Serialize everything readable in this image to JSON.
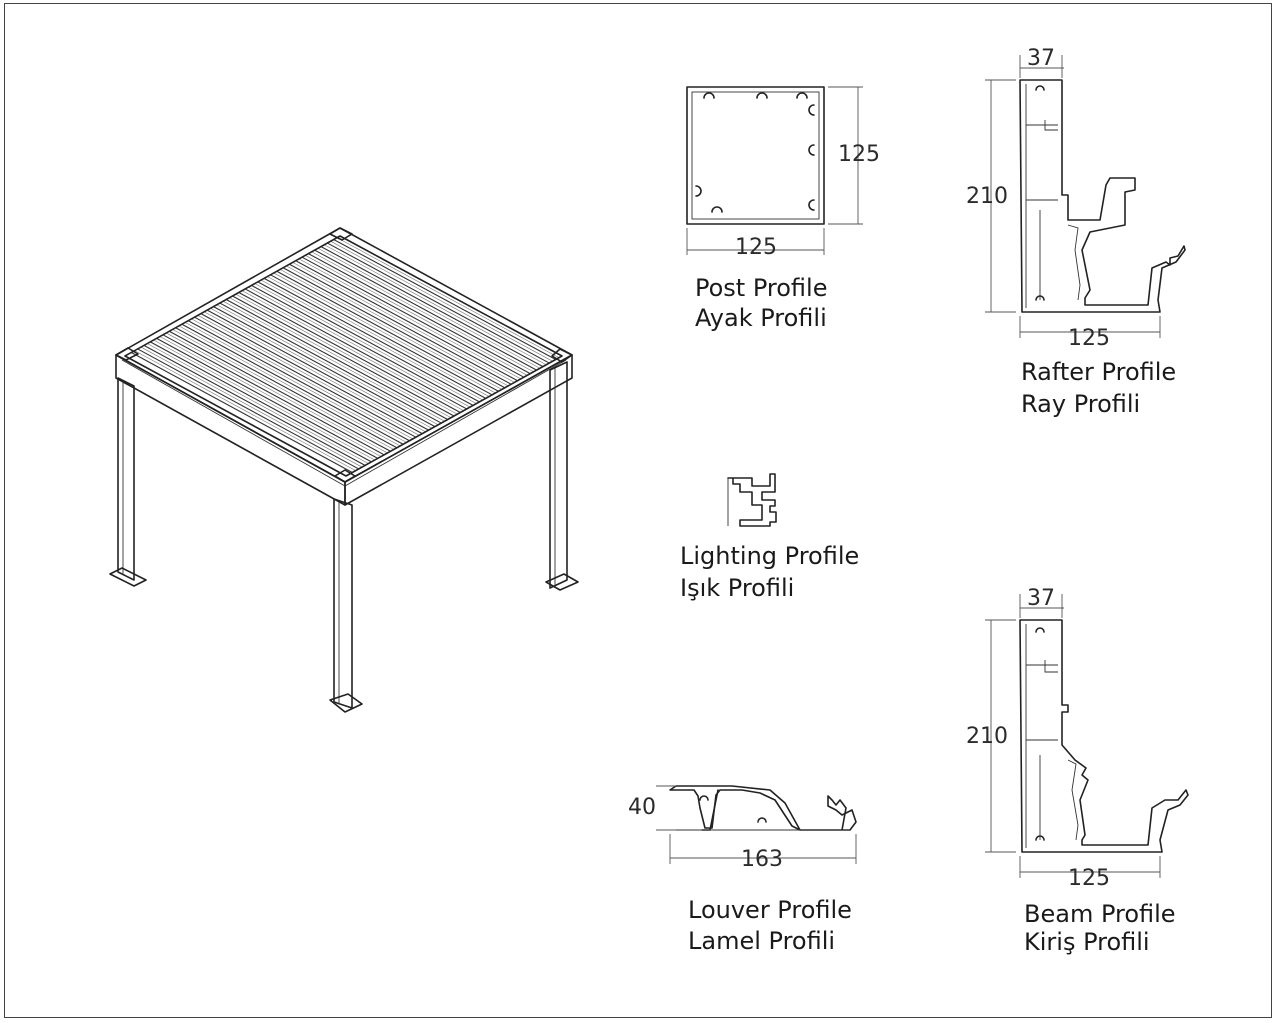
{
  "pergola": {
    "icon": "pergola-isometric-drawing"
  },
  "post_profile": {
    "title": "Post Profile",
    "subtitle": "Ayak Profili",
    "width": "125",
    "height": "125"
  },
  "rafter_profile": {
    "title": "Rafter Profile",
    "subtitle": "Ray Profili",
    "top": "37",
    "height": "210",
    "width": "125"
  },
  "lighting_profile": {
    "title": "Lighting Profile",
    "subtitle": "Işık Profili"
  },
  "louver_profile": {
    "title": "Louver Profile",
    "subtitle": "Lamel Profili",
    "height": "40",
    "width": "163"
  },
  "beam_profile": {
    "title": "Beam Profile",
    "subtitle": "Kiriş Profili",
    "top": "37",
    "height": "210",
    "width": "125"
  }
}
